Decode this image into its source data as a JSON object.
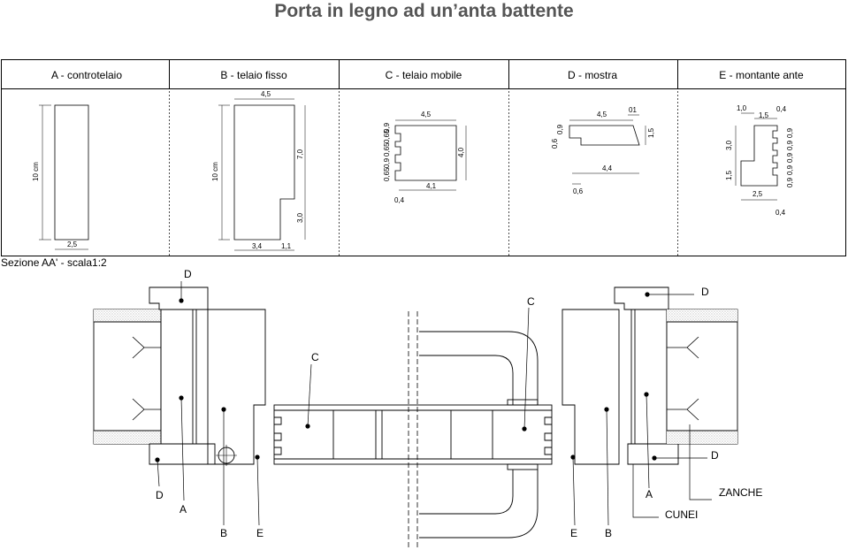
{
  "title": "Porta in legno ad un’anta battente",
  "headers": [
    "A - controtelaio",
    "B - telaio fisso",
    "C - telaio mobile",
    "D - mostra",
    "E - montante ante"
  ],
  "dims": {
    "a": {
      "cm": "10 cm",
      "w": "2,5"
    },
    "b": {
      "cm": "10 cm",
      "top": "4,5",
      "h": "7,0",
      "h2": "3,0",
      "w1": "3,4",
      "w2": "1,1"
    },
    "c": {
      "top": "4,5",
      "h": "4,0",
      "bot": "4,1",
      "off": "0,4",
      "s1": "0,65",
      "s2": "0,9",
      "s3": "0,65",
      "s4": "0,65",
      "s5": "0,9",
      "s6": "0,65"
    },
    "d": {
      "top": "4,5",
      "tick": "01",
      "h": "1,5",
      "s1": "0,6",
      "s2": "0,9",
      "mid": "4,4",
      "low": "0,6"
    },
    "e": {
      "t1": "1,0",
      "t2": "1,5",
      "t3": "0,4",
      "h1": "3,0",
      "h2": "1,5",
      "w": "2,5",
      "off": "0,4",
      "g": "0,9"
    }
  },
  "section_label": "Sezione AA' - scala1:2",
  "callouts": {
    "d": "D",
    "a": "A",
    "b": "B",
    "c": "C",
    "e": "E",
    "zanche": "ZANCHE",
    "cunei": "CUNEI"
  }
}
